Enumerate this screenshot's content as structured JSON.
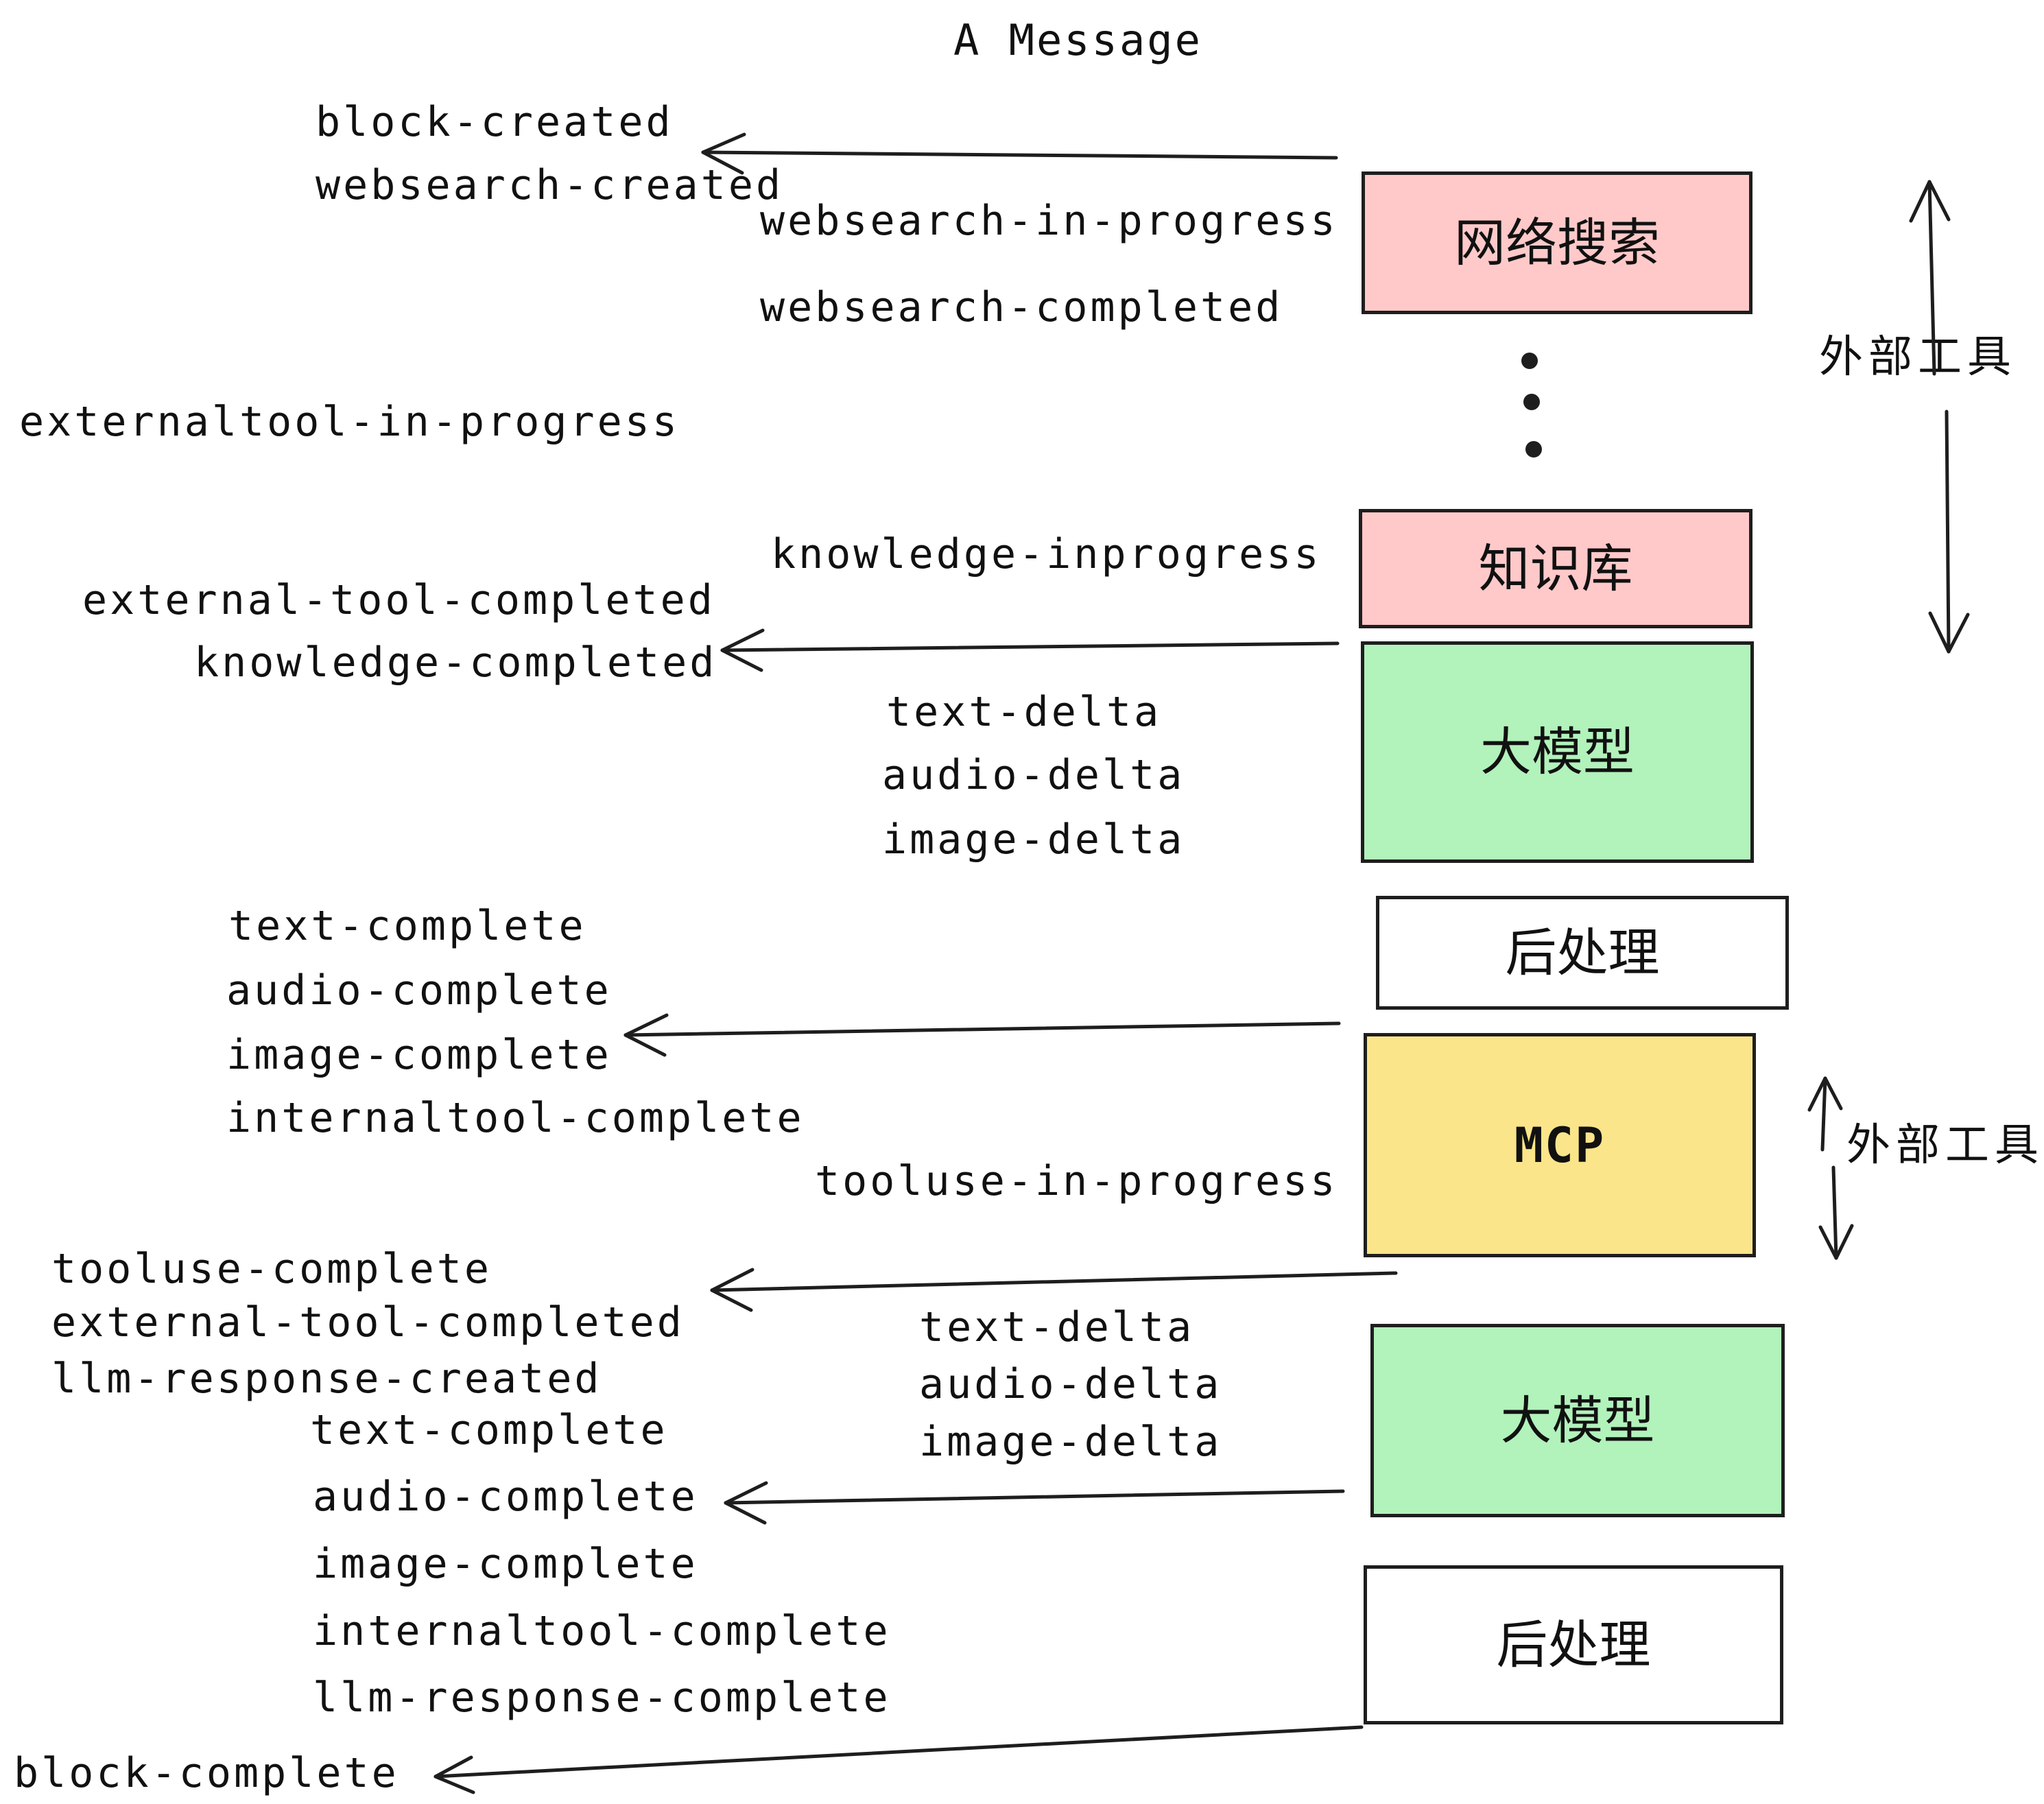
{
  "title": "A Message",
  "colors": {
    "box_pink": "#ffc9c9",
    "box_green": "#b2f2bb",
    "box_yellow": "#fbe58a",
    "box_white": "#ffffff",
    "stroke": "#1e1e1e",
    "text": "#111111"
  },
  "boxes": {
    "websearch": {
      "label": "网络搜索",
      "fill": "#ffc9c9"
    },
    "knowledge": {
      "label": "知识库",
      "fill": "#ffc9c9"
    },
    "llm_top": {
      "label": "大模型",
      "fill": "#b2f2bb"
    },
    "postprocess_top": {
      "label": "后处理",
      "fill": "#ffffff"
    },
    "mcp": {
      "label": "MCP",
      "fill": "#fbe58a"
    },
    "llm_bottom": {
      "label": "大模型",
      "fill": "#b2f2bb"
    },
    "postprocess_bottom": {
      "label": "后处理",
      "fill": "#ffffff"
    }
  },
  "side_labels": {
    "external_tools_top": "外部工具",
    "external_tools_bottom": "外部工具"
  },
  "events": {
    "block_created": "block-created",
    "websearch_created": "websearch-created",
    "websearch_in_progress": "websearch-in-progress",
    "websearch_completed": "websearch-completed",
    "externaltool_in_progress": "externaltool-in-progress",
    "knowledge_inprogress": "knowledge-inprogress",
    "external_tool_completed_1": "external-tool-completed",
    "knowledge_completed": "knowledge-completed",
    "text_delta_1": "text-delta",
    "audio_delta_1": "audio-delta",
    "image_delta_1": "image-delta",
    "text_complete_1": "text-complete",
    "audio_complete_1": "audio-complete",
    "image_complete_1": "image-complete",
    "internaltool_complete_1": "internaltool-complete",
    "tooluse_in_progress": "tooluse-in-progress",
    "tooluse_complete": "tooluse-complete",
    "external_tool_completed_2": "external-tool-completed",
    "llm_response_created": "llm-response-created",
    "text_delta_2": "text-delta",
    "audio_delta_2": "audio-delta",
    "image_delta_2": "image-delta",
    "text_complete_2": "text-complete",
    "audio_complete_2": "audio-complete",
    "image_complete_2": "image-complete",
    "internaltool_complete_2": "internaltool-complete",
    "llm_response_complete": "llm-response-complete",
    "block_complete": "block-complete"
  },
  "icons": {
    "ellipsis_dots": "vertical-ellipsis",
    "arrows": "left-pointing-flow-arrows"
  }
}
